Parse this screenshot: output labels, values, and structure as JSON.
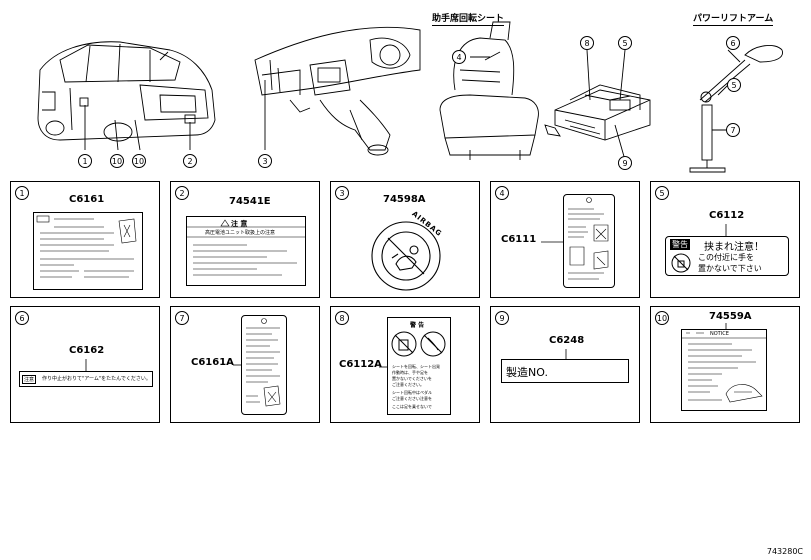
{
  "headers": {
    "seat": "助手席回転シート",
    "arm": "パワーリフトアーム"
  },
  "callouts": [
    "1",
    "10",
    "10",
    "2",
    "3",
    "4",
    "8",
    "5",
    "9",
    "6",
    "5",
    "7"
  ],
  "boxes": [
    {
      "num": "1",
      "part": "C6161"
    },
    {
      "num": "2",
      "part": "74541E",
      "warn_title": "注 意",
      "warn_sub": "高圧電池ユニット取扱上の注意"
    },
    {
      "num": "3",
      "part": "74598A",
      "ring_text": "AIRBAG"
    },
    {
      "num": "4",
      "part": "C6111"
    },
    {
      "num": "5",
      "part": "C6112",
      "warn_word": "警告",
      "warn_main": "挟まれ注意！",
      "warn_line1": "この付近に手を",
      "warn_line2": "置かないで下さい"
    },
    {
      "num": "6",
      "part": "C6162",
      "warn_word": "注意",
      "strip_text": "作り中止がおりて\"アーム\"をたたんでください。"
    },
    {
      "num": "7",
      "part": "C6161A"
    },
    {
      "num": "8",
      "part": "C6112A",
      "warn_word": "警 告",
      "lines": [
        "シートを回転、シート出発",
        "作動時は、手や足を",
        "置かないでくださいを",
        "ご注意ください。",
        "シート回転中はペダル",
        "ご注意ください注意を",
        "ここは足を乗せないで"
      ]
    },
    {
      "num": "9",
      "part": "C6248",
      "plate_text": "製造NO."
    },
    {
      "num": "10",
      "part": "74559A",
      "notice_word": "NOTICE"
    }
  ],
  "footer": "743280C"
}
